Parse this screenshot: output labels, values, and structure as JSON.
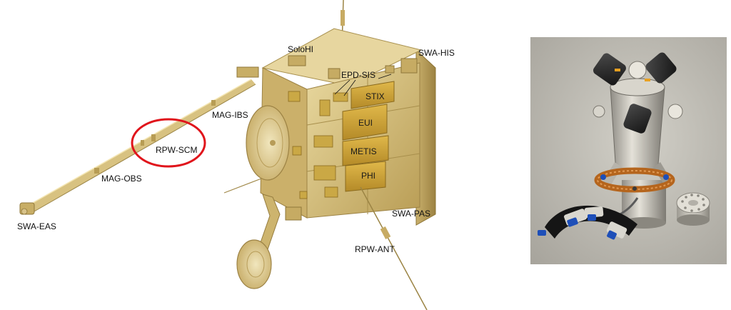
{
  "instrument_labels": {
    "solohi": "SoloHI",
    "swa_his": "SWA-HIS",
    "epd_sis": "EPD-SIS",
    "stix": "STIX",
    "eui": "EUI",
    "metis": "METIS",
    "phi": "PHI",
    "mag_ibs": "MAG-IBS",
    "rpw_scm": "RPW-SCM",
    "mag_obs": "MAG-OBS",
    "swa_eas": "SWA-EAS",
    "swa_pas": "SWA-PAS",
    "rpw_ant": "RPW-ANT"
  },
  "colors": {
    "spacecraft_gold": "#d6bf79",
    "spacecraft_shadow": "#a88f4c",
    "instrument_box": "#c9a23c",
    "highlight_ring": "#e0141b",
    "photo_background": "#bdbab1",
    "magnetometer_carbon": "#2b2b2b",
    "copper_coil": "#b5651d",
    "blue_connector": "#1e4fb8"
  }
}
